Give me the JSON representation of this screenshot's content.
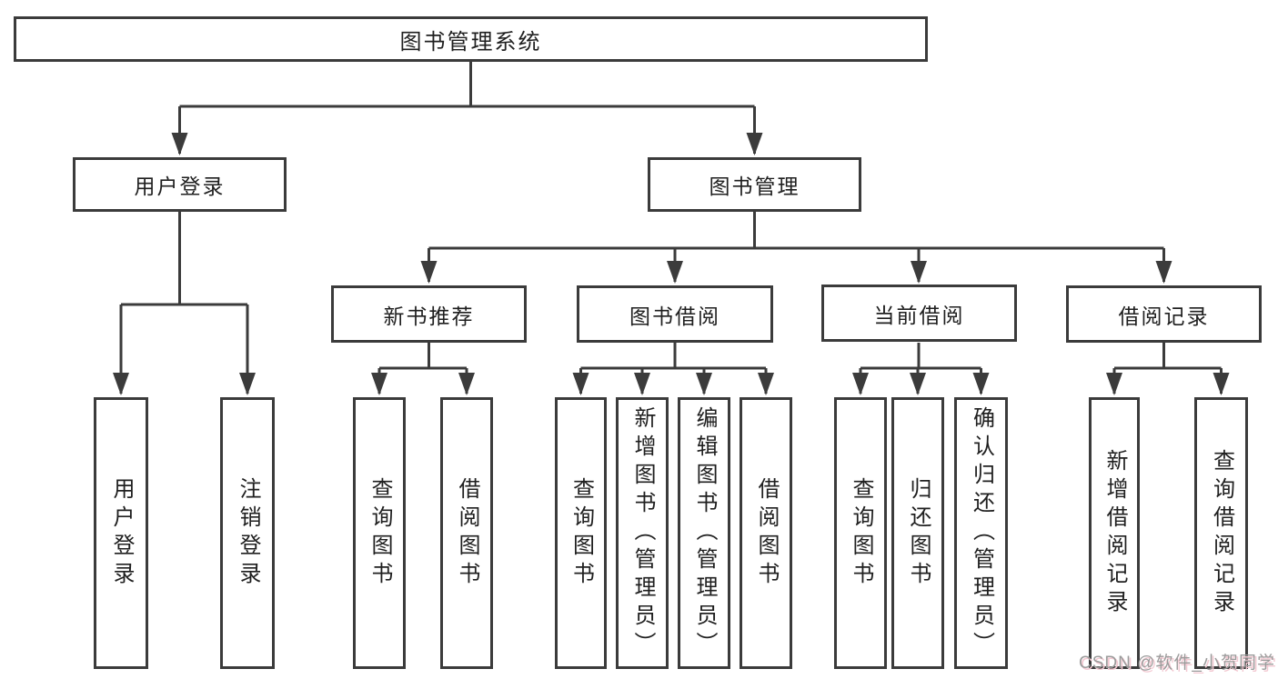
{
  "diagram": {
    "type": "hierarchy-tree",
    "root": {
      "label": "图书管理系统",
      "children": [
        {
          "label": "用户登录",
          "children": [
            {
              "label": "用户登录"
            },
            {
              "label": "注销登录"
            }
          ]
        },
        {
          "label": "图书管理",
          "children": [
            {
              "label": "新书推荐",
              "children": [
                {
                  "label": "查询图书"
                },
                {
                  "label": "借阅图书"
                }
              ]
            },
            {
              "label": "图书借阅",
              "children": [
                {
                  "label": "查询图书"
                },
                {
                  "label": "新增图书（管理员）"
                },
                {
                  "label": "编辑图书（管理员）"
                },
                {
                  "label": "借阅图书"
                }
              ]
            },
            {
              "label": "当前借阅",
              "children": [
                {
                  "label": "查询图书"
                },
                {
                  "label": "归还图书"
                },
                {
                  "label": "确认归还（管理员）"
                }
              ]
            },
            {
              "label": "借阅记录",
              "children": [
                {
                  "label": "新增借阅记录"
                },
                {
                  "label": "查询借阅记录"
                }
              ]
            }
          ]
        }
      ]
    },
    "colors": {
      "line": "#3b3b3b",
      "box_border": "#3b3b3b",
      "text": "#1f1f1f",
      "background": "#ffffff"
    }
  },
  "watermark": {
    "text": "CSDN @软件_小贺同学",
    "text_color": "#9b9b9b",
    "shadow_color": "#f3c9d2"
  }
}
